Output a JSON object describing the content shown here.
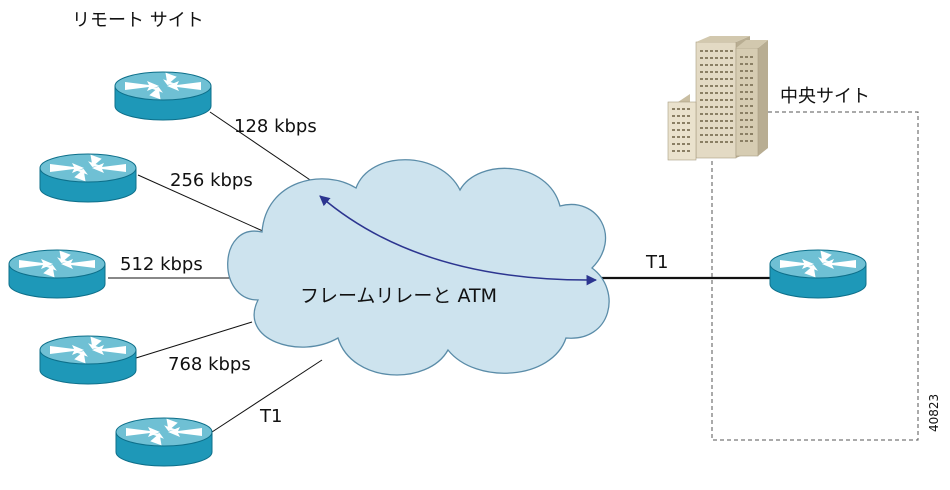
{
  "remote_site_label": "リモート サイト",
  "central_site_label": "中央サイト",
  "cloud_label": "フレームリレーと ATM",
  "links": [
    {
      "router": "router-1",
      "speed": "128 kbps"
    },
    {
      "router": "router-2",
      "speed": "256 kbps"
    },
    {
      "router": "router-3",
      "speed": "512 kbps"
    },
    {
      "router": "router-4",
      "speed": "768 kbps"
    },
    {
      "router": "router-5",
      "speed": "T1"
    }
  ],
  "trunk_label": "T1",
  "figure_id": "40823",
  "colors": {
    "router_top": "#6fc0d4",
    "router_side": "#1e98b8",
    "cloud_fill": "#cde3ee",
    "cloud_stroke": "#5a8ca8",
    "pvc_arrow": "#2c3590",
    "building_face": "#e3dac4",
    "building_shade": "#b8ad92"
  }
}
